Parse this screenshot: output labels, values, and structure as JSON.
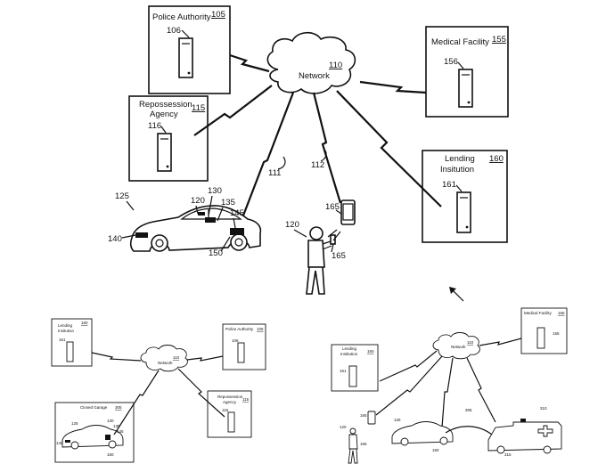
{
  "main": {
    "network": {
      "label": "Network",
      "ref": "110"
    },
    "police": {
      "label": "Police Authority",
      "ref": "105",
      "server_ref": "106"
    },
    "medical": {
      "label": "Medical Facility",
      "ref": "155",
      "server_ref": "156"
    },
    "repo": {
      "label_line1": "Repossession",
      "label_line2": "Agency",
      "ref": "115",
      "server_ref": "116"
    },
    "lending": {
      "label_line1": "Lending",
      "label_line2": "Insitution",
      "ref": "160",
      "server_ref": "161"
    },
    "refs": {
      "link111": "111",
      "link112": "112",
      "car": "125",
      "car_a": "120",
      "car_b": "130",
      "car_c": "135",
      "car_d": "145",
      "car_e": "140",
      "car_f": "150",
      "user": "120",
      "phone": "165",
      "phone_b": "165"
    }
  },
  "bottom_left": {
    "lending": {
      "label_line1": "Lending",
      "label_line2": "Insitution",
      "ref": "160",
      "server_ref": "161"
    },
    "network": {
      "label": "Network",
      "ref": "110"
    },
    "police": {
      "label": "Police Authority",
      "ref": "105",
      "server_ref": "106"
    },
    "repo": {
      "label_line1": "Repossession",
      "label_line2": "Agency",
      "ref": "115",
      "server_ref": "116"
    },
    "garage": {
      "label": "Closed Garage",
      "ref": "305"
    },
    "refs": {
      "car": "125",
      "a": "130",
      "b": "135",
      "c": "145",
      "d": "140",
      "e": "150"
    }
  },
  "bottom_right": {
    "lending": {
      "label_line1": "Lending",
      "label_line2": "Institution",
      "ref": "160",
      "server_ref": "161"
    },
    "network": {
      "label": "Network",
      "ref": "110"
    },
    "medical": {
      "label": "Medical Facility",
      "ref": "155",
      "server_ref": "156"
    },
    "refs": {
      "user": "120",
      "phone": "165",
      "car": "125",
      "link": "305",
      "ambulance": "310",
      "amb_b": "315",
      "car_b": "150",
      "phone_b": "165"
    }
  }
}
